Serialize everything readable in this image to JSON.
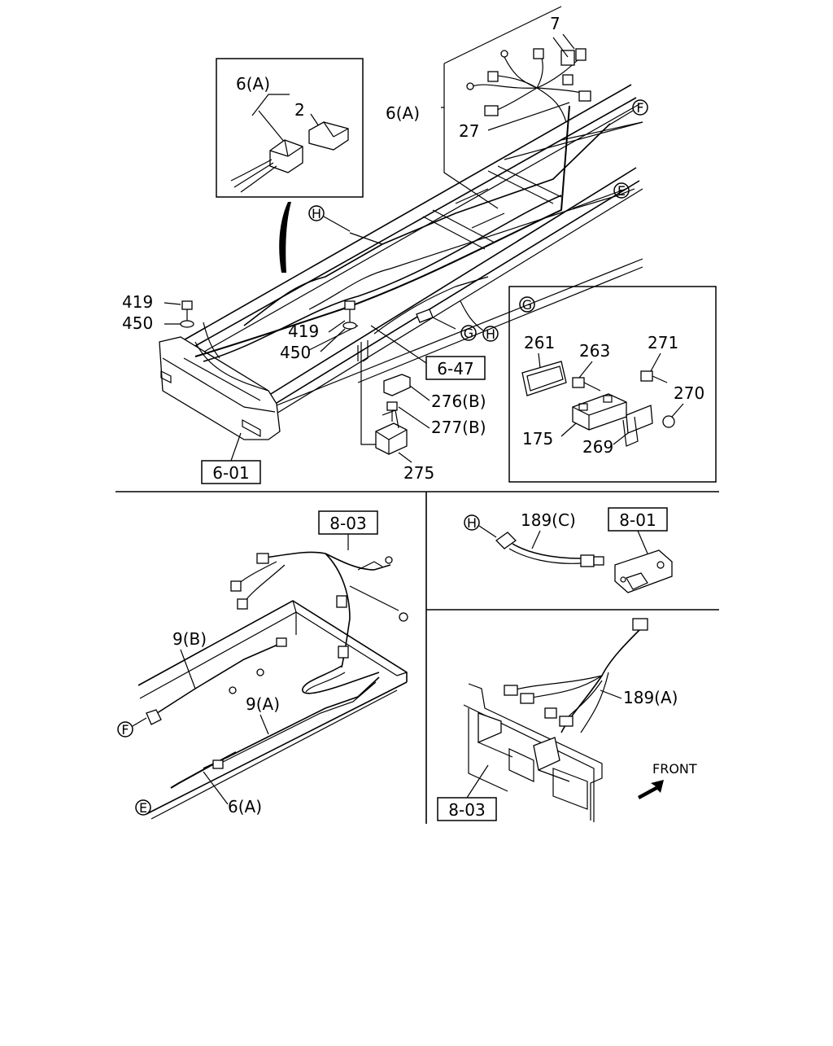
{
  "main_view": {
    "inset_detail": {
      "label_harness": "6(A)",
      "label_connector": "2"
    },
    "labels": {
      "p7": "7",
      "p6a": "6(A)",
      "p27": "27",
      "p419a": "419",
      "p450a": "450",
      "p419b": "419",
      "p450b": "450",
      "p276b": "276(B)",
      "p277b": "277(B)",
      "p275": "275"
    },
    "references": {
      "ref_647": "6-47",
      "ref_601": "6-01"
    },
    "callouts": {
      "F": "F",
      "E": "E",
      "H1": "H",
      "H2": "H",
      "G": "G"
    },
    "detail_g": {
      "callout": "G",
      "labels": {
        "p261": "261",
        "p263": "263",
        "p271": "271",
        "p270": "270",
        "p175": "175",
        "p269": "269"
      }
    }
  },
  "lower_left": {
    "ref_803": "8-03",
    "labels": {
      "p9b": "9(B)",
      "p9a": "9(A)",
      "p6a": "6(A)"
    },
    "callouts": {
      "F": "F",
      "E": "E"
    }
  },
  "lower_right_top": {
    "callout": "H",
    "label": "189(C)",
    "ref_801": "8-01"
  },
  "lower_right_bottom": {
    "label": "189(A)",
    "ref_803": "8-03",
    "front_label": "FRONT"
  }
}
